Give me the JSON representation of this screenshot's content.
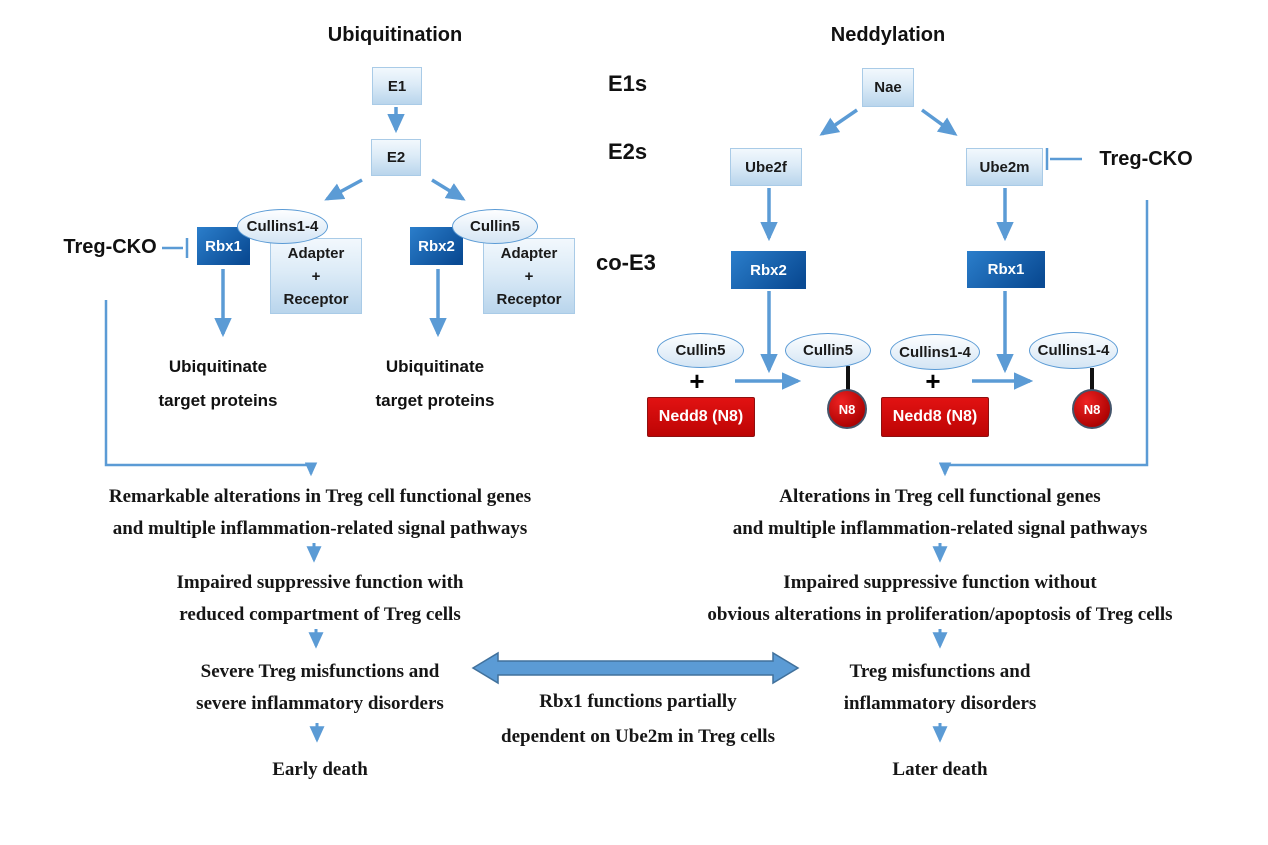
{
  "headers": {
    "ubiquitination": "Ubiquitination",
    "neddylation": "Neddylation",
    "e1s": "E1s",
    "e2s": "E2s",
    "co_e3": "co-E3"
  },
  "ubiq": {
    "e1": "E1",
    "e2": "E2",
    "treg_cko": "Treg-CKO",
    "rbx1": "Rbx1",
    "cullins14": "Cullins1-4",
    "rbx2": "Rbx2",
    "cullin5": "Cullin5",
    "adapter": "Adapter",
    "plus": "+",
    "receptor": "Receptor",
    "outcome_line1": "Ubiquitinate",
    "outcome_line2": "target proteins"
  },
  "nedd": {
    "nae": "Nae",
    "ube2f": "Ube2f",
    "ube2m": "Ube2m",
    "treg_cko": "Treg-CKO",
    "rbx2": "Rbx2",
    "rbx1": "Rbx1",
    "cullin5": "Cullin5",
    "cullins14": "Cullins1-4",
    "plus": "+",
    "nedd8": "Nedd8 (N8)",
    "n8": "N8"
  },
  "left_flow": {
    "s1l1": "Remarkable alterations in Treg cell functional genes",
    "s1l2": "and multiple inflammation-related signal pathways",
    "s2l1": "Impaired suppressive function with",
    "s2l2": "reduced compartment of Treg cells",
    "s3l1": "Severe Treg misfunctions and",
    "s3l2": "severe inflammatory disorders",
    "s4": "Early death"
  },
  "right_flow": {
    "s1l1": "Alterations in Treg cell functional genes",
    "s1l2": "and multiple inflammation-related signal pathways",
    "s2l1": "Impaired suppressive function without",
    "s2l2": "obvious alterations in proliferation/apoptosis of Treg cells",
    "s3l1": "Treg misfunctions and",
    "s3l2": "inflammatory disorders",
    "s4": "Later death"
  },
  "center_note": {
    "l1": "Rbx1 functions partially",
    "l2": "dependent on Ube2m in Treg cells"
  },
  "colors": {
    "arrow_blue": "#5b9bd5",
    "arrow_edge": "#41719c",
    "dark_top": "#2b7ecb",
    "dark_bottom": "#0a4b94",
    "light_top": "#f2f8fd",
    "light_bottom": "#b9d5ec",
    "ellipse_border": "#5b9bd5",
    "red_top": "#e11212",
    "red_bottom": "#bd0404",
    "n8_border": "#44546a",
    "ink": "#111111"
  }
}
